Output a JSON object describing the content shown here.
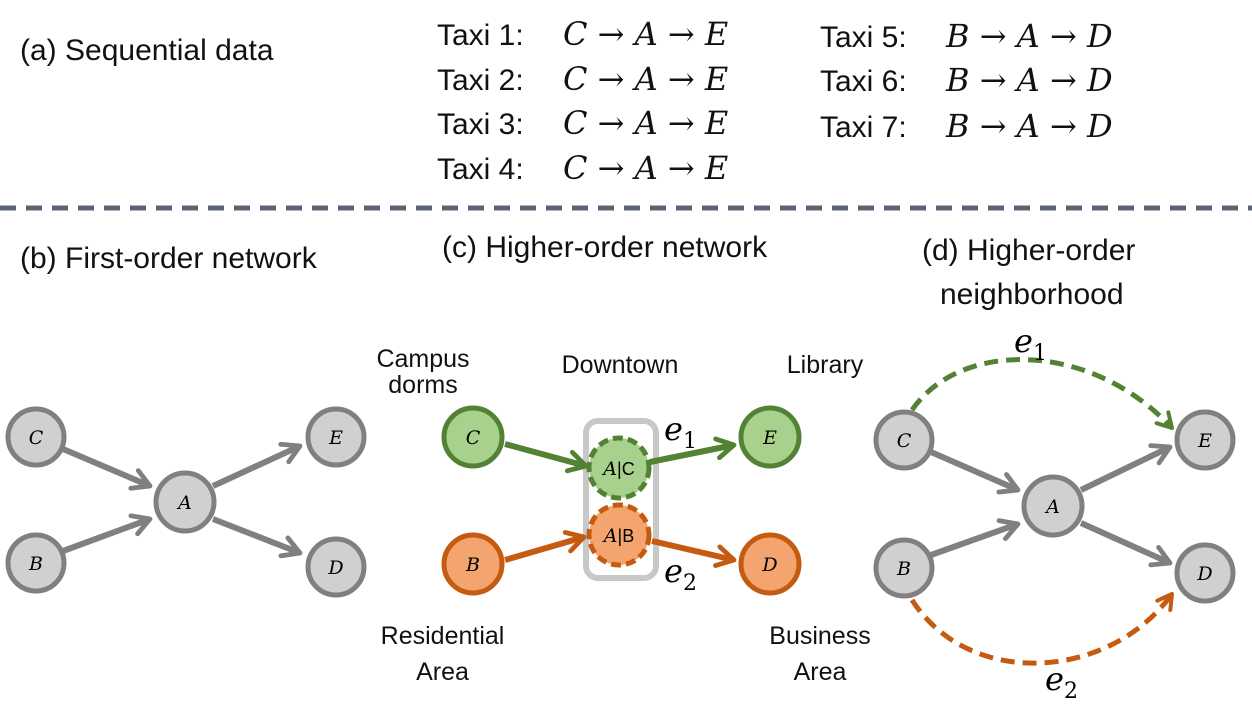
{
  "panels": {
    "a_title": "(a) Sequential data",
    "b_title": "(b) First-order network",
    "c_title": "(c) Higher-order network",
    "d_title_line1": "(d) Higher-order",
    "d_title_line2": "neighborhood"
  },
  "taxis": [
    {
      "label": "Taxi 1:",
      "route": "C → A → E"
    },
    {
      "label": "Taxi 2:",
      "route": "C → A → E"
    },
    {
      "label": "Taxi 3:",
      "route": "C → A → E"
    },
    {
      "label": "Taxi 4:",
      "route": "C → A → E"
    },
    {
      "label": "Taxi 5:",
      "route": "B → A → D"
    },
    {
      "label": "Taxi 6:",
      "route": "B → A → D"
    },
    {
      "label": "Taxi 7:",
      "route": "B → A → D"
    }
  ],
  "places": {
    "campus_line1": "Campus",
    "campus_line2": "dorms",
    "downtown": "Downtown",
    "library": "Library",
    "residential_line1": "Residential",
    "residential_line2": "Area",
    "business_line1": "Business",
    "business_line2": "Area"
  },
  "nodes": {
    "C": "C",
    "B": "B",
    "A": "A",
    "E": "E",
    "D": "D",
    "A_given_C_var": "A",
    "A_given_C_cond": "|C",
    "A_given_B_var": "A",
    "A_given_B_cond": "|B"
  },
  "edge_labels": {
    "e1_var": "e",
    "e1_sub": "1",
    "e2_var": "e",
    "e2_sub": "2"
  },
  "colors": {
    "gray_stroke": "#808080",
    "gray_fill": "#d0d0d0",
    "green_stroke": "#548235",
    "green_fill": "#a9d18e",
    "orange_stroke": "#c55a11",
    "orange_fill": "#f4a46f",
    "divider": "#5b6478",
    "box": "#c8c8c8"
  }
}
